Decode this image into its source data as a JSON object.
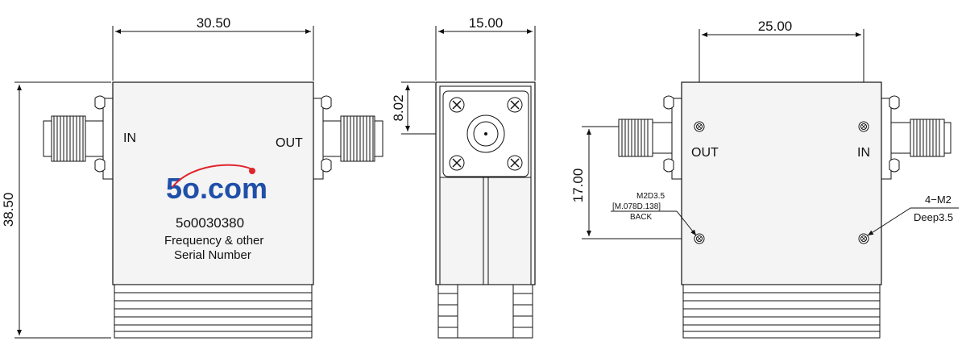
{
  "colors": {
    "logo_blue": "#1f4fa8",
    "logo_red": "#e0242c",
    "body_fill": "#f4f4f4",
    "line": "#111111"
  },
  "front_view": {
    "width_dim": "30.50",
    "height_dim": "38.50",
    "port_in": "IN",
    "port_out": "OUT",
    "logo_text": "5o.com",
    "part_number": "5o0030380",
    "line1": "Frequency & other",
    "line2": "Serial Number"
  },
  "side_view": {
    "width_dim": "15.00",
    "offset_dim": "8.02"
  },
  "back_view": {
    "hole_spacing_dim": "25.00",
    "vertical_dim": "17.00",
    "port_out": "OUT",
    "port_in": "IN",
    "hole_note": {
      "line1": "M2D3.5",
      "line2": "[M.078D.138]",
      "line3": "BACK"
    },
    "thread_note": {
      "line1": "4−M2",
      "line2": "Deep3.5"
    }
  }
}
